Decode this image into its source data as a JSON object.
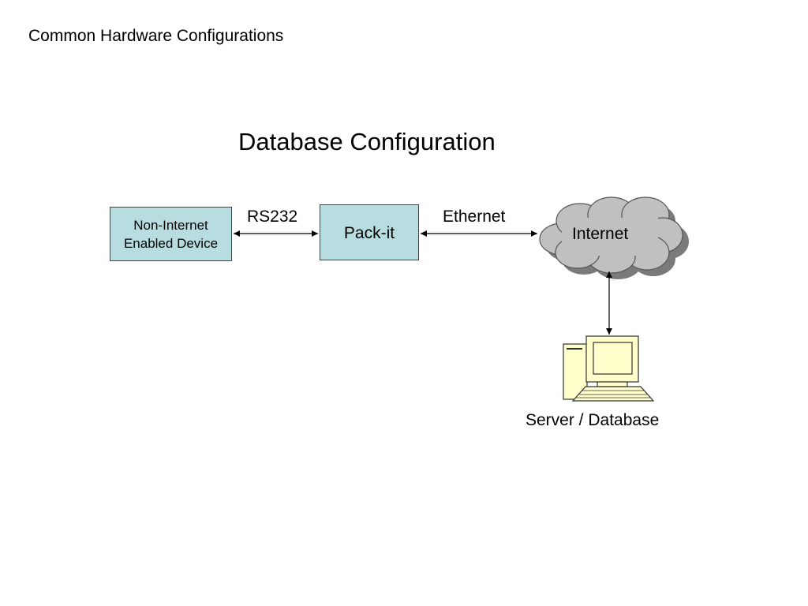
{
  "slide": {
    "header": "Common Hardware Configurations"
  },
  "diagram": {
    "title": "Database Configuration",
    "nodes": {
      "device": {
        "label": "Non-Internet\nEnabled Device",
        "fill": "#b8dde1"
      },
      "packit": {
        "label": "Pack-it",
        "fill": "#b8dde1"
      },
      "internet": {
        "label": "Internet",
        "shape": "cloud",
        "fill": "#c0c0c0"
      },
      "server": {
        "label": "Server / Database",
        "icon": "computer-icon",
        "fill": "#ffffcc"
      }
    },
    "connections": [
      {
        "from": "device",
        "to": "packit",
        "label": "RS232",
        "direction": "bidirectional"
      },
      {
        "from": "packit",
        "to": "internet",
        "label": "Ethernet",
        "direction": "bidirectional"
      },
      {
        "from": "internet",
        "to": "server",
        "label": "",
        "direction": "bidirectional"
      }
    ]
  }
}
